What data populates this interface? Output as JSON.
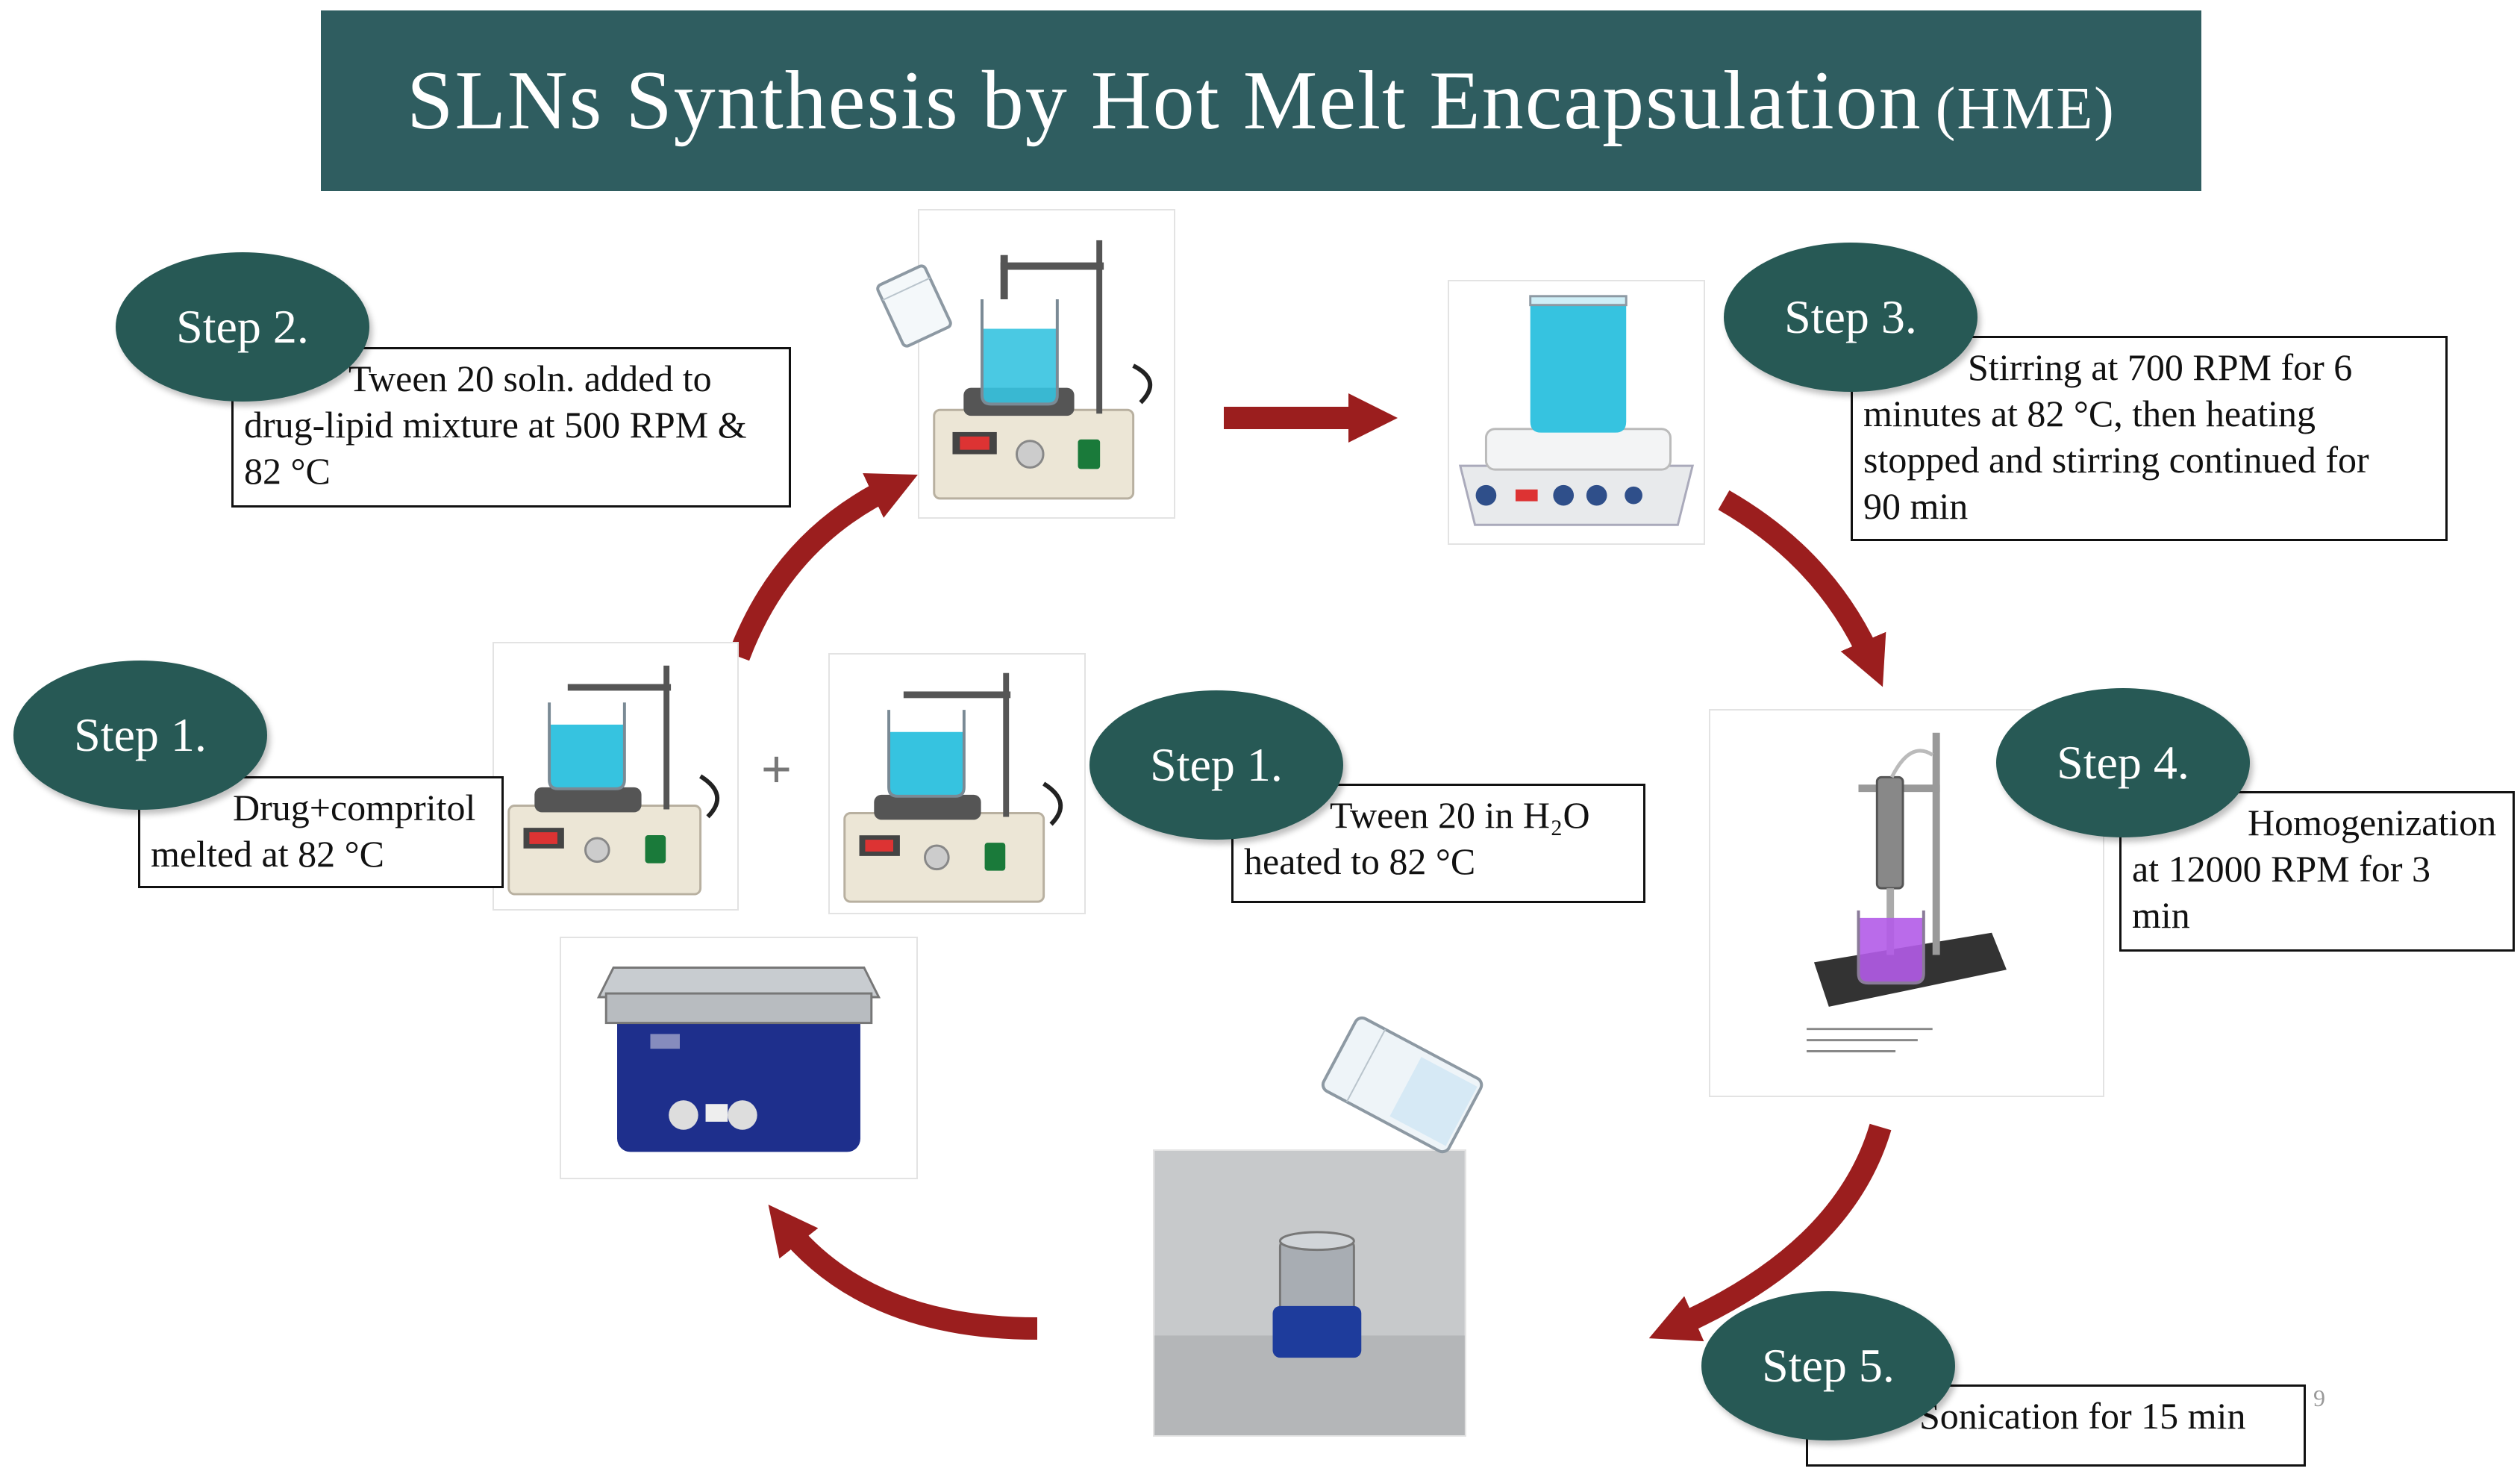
{
  "title": {
    "main": "SLNs Synthesis  by Hot Melt Encapsulation",
    "suffix": "(HME)"
  },
  "steps": [
    {
      "label": "Step 1.",
      "lines": [
        "Drug+compritol",
        "melted at 82 °C"
      ]
    },
    {
      "label": "Step 1.",
      "lines": [
        "Tween 20 in H₂O",
        "heated to 82 °C"
      ]
    },
    {
      "label": "Step 2.",
      "lines": [
        "Tween  20 soln. added to",
        "drug-lipid mixture at 500 RPM &",
        "82 °C"
      ]
    },
    {
      "label": "Step 3.",
      "lines": [
        "Stirring at 700 RPM for 6",
        "minutes at 82 °C, then heating",
        "stopped and stirring continued for",
        "90 min"
      ]
    },
    {
      "label": "Step 4.",
      "lines": [
        "Homogenization",
        "at 12000 RPM for 3",
        "min"
      ]
    },
    {
      "label": "Step 5.",
      "lines": [
        "Sonication for 15 min"
      ]
    }
  ],
  "plus_sign": "+",
  "page_mark": "9",
  "colors": {
    "banner": "#2f5d60",
    "oval": "#275955",
    "arrow": "#9b1e1e",
    "liquid": "#36c3e0"
  },
  "icons": [
    "hotplate-stirrer-icon",
    "magnetic-stirrer-icon",
    "homogenizer-icon",
    "ultrasonic-bath-icon",
    "sonicator-icon",
    "beaker-icon",
    "pouring-beaker-icon"
  ]
}
